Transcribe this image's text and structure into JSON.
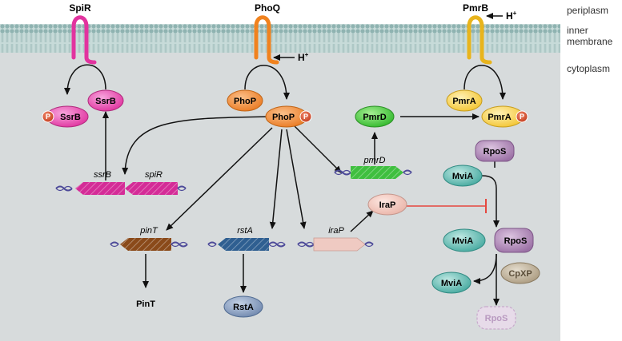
{
  "regions": {
    "periplasm": "periplasm",
    "inner": "inner",
    "membrane": "membrane",
    "cytoplasm": "cytoplasm"
  },
  "sensors": {
    "spir": "SpiR",
    "phoq": "PhoQ",
    "pmrb": "PmrB"
  },
  "signals": {
    "h_phoq": "H",
    "h_pmrb": "H",
    "plus": "+"
  },
  "phospho": "P",
  "proteins": {
    "ssrb_p": "SsrB",
    "ssrb": "SsrB",
    "phop": "PhoP",
    "phop_p": "PhoP",
    "pmrd": "PmrD",
    "pmra": "PmrA",
    "pmra_p": "PmrA",
    "rpos_top": "RpoS",
    "mvia_top": "MviA",
    "irap": "IraP",
    "mvia_complex": "MviA",
    "rpos_complex": "RpoS",
    "mvia_bottom": "MviA",
    "cpxp": "CpXP",
    "rpos_degraded": "RpoS",
    "pint": "PinT",
    "rsta": "RstA"
  },
  "genes": {
    "ssrb": "ssrB",
    "spir": "spiR",
    "pmrd": "pmrD",
    "pint": "pinT",
    "rsta": "rstA",
    "irap": "iraP"
  },
  "colors": {
    "membrane": "#b9d0cf",
    "cytoplasm": "#d6dadb",
    "spir": "#e2339f",
    "phoq": "#f0821e",
    "pmrb": "#e8b41c",
    "ssrb": "#e64db0",
    "phop": "#ef8a35",
    "pmrd": "#44c33a",
    "pmra": "#f7cf45",
    "rpos": "#a77eaf",
    "mvia": "#56b3ab",
    "irap": "#f2c7bd",
    "cpxp": "#b3a48c",
    "rsta": "#7b95b8",
    "pint_gene": "#8a4a1a",
    "rsta_gene": "#2f5f91",
    "pmrd_gene": "#3fbf3f",
    "ssrb_gene": "#d42c97",
    "irap_gene": "#e8bdb5",
    "dna": "#4d4a99",
    "inhibition": "#e5483f"
  }
}
